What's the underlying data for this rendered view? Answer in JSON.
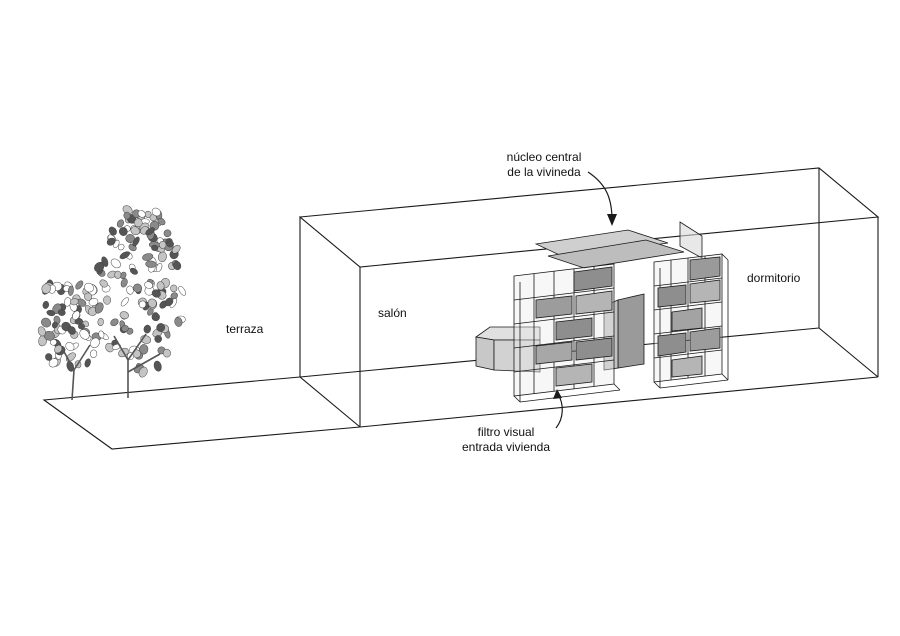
{
  "labels": {
    "terraza": "terraza",
    "salon": "salón",
    "dormitorio": "dormitorio",
    "nucleo_line1": "núcleo central",
    "nucleo_line2": "de la vivineda",
    "filtro_line1": "filtro visual",
    "filtro_line2": "entrada vivienda"
  },
  "colors": {
    "line": "#1a1a1a",
    "panel_dark": "#8e8e8e",
    "panel_mid": "#b5b5b5",
    "panel_light": "#d4d4d4",
    "leaf_dark": "#555555",
    "leaf_mid": "#8a8a8a",
    "leaf_light": "#c4c4c4"
  }
}
